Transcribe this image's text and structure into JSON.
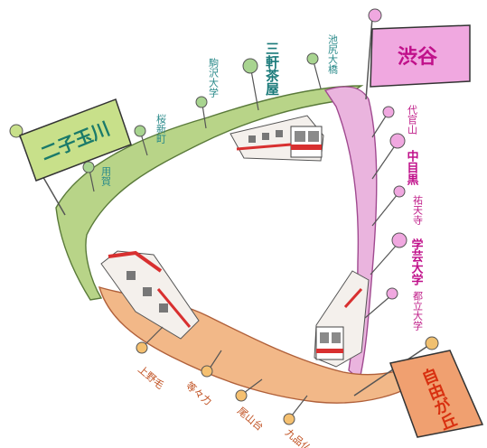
{
  "lines": {
    "den_en_toshi": {
      "color": "#a8c86a",
      "stroke": "#5a7a3a"
    },
    "toyoko": {
      "color": "#e8a8d8",
      "stroke": "#a04a90"
    },
    "oimachi": {
      "color": "#f0b080",
      "stroke": "#b0603a"
    }
  },
  "terminals": {
    "shibuya": {
      "label": "渋谷",
      "flag_color": "#f0a8e0",
      "text_color": "#c0108a"
    },
    "futako_tamagawa": {
      "label": "二子玉川",
      "flag_color": "#c8e08a",
      "text_color": "#1a7a6a"
    },
    "jiyugaoka": {
      "label": "自由が丘",
      "flag_color": "#f0a070",
      "text_color": "#d83010"
    }
  },
  "stations": {
    "den_en_toshi": [
      "池尻大橋",
      "三軒茶屋",
      "駒沢大学",
      "桜新町",
      "用賀"
    ],
    "toyoko": [
      "代官山",
      "中目黒",
      "祐天寺",
      "学芸大学",
      "都立大学"
    ],
    "oimachi": [
      "上野毛",
      "等々力",
      "尾山台",
      "九品仏"
    ]
  },
  "colors": {
    "green_text": "#2a8a8a",
    "pink_text": "#c0208a",
    "orange_text": "#c05020",
    "train_red": "#d83030"
  }
}
